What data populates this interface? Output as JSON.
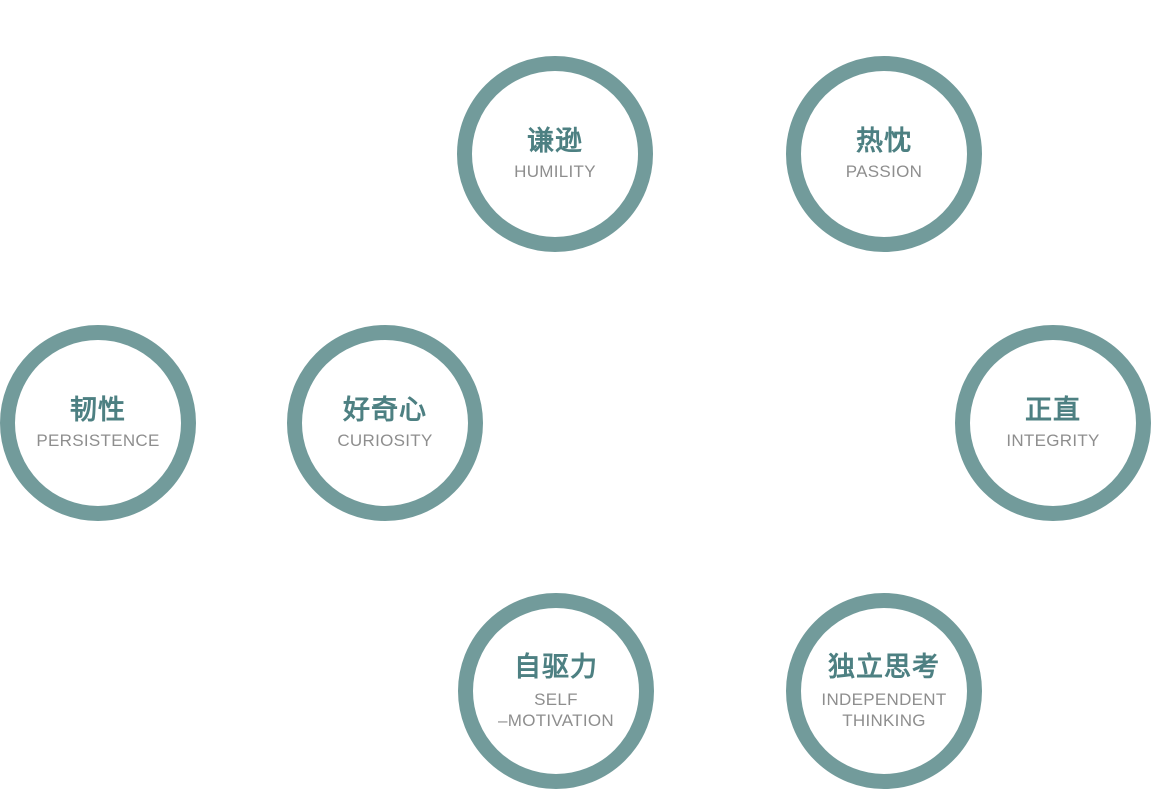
{
  "values": [
    {
      "zh": "谦逊",
      "en": "HUMILITY"
    },
    {
      "zh": "热忱",
      "en": "PASSION"
    },
    {
      "zh": "韧性",
      "en": "PERSISTENCE"
    },
    {
      "zh": "好奇心",
      "en": "CURIOSITY"
    },
    {
      "zh": "正直",
      "en": "INTEGRITY"
    },
    {
      "zh": "自驱力",
      "en_line1": "SELF",
      "en_line2": "–MOTIVATION"
    },
    {
      "zh": "独立思考",
      "en_line1": "INDEPENDENT",
      "en_line2": "THINKING"
    }
  ],
  "colors": {
    "ring": "#729b9b",
    "chinese_text": "#4d8082",
    "english_text": "#8e8e8e",
    "background": "#ffffff"
  }
}
